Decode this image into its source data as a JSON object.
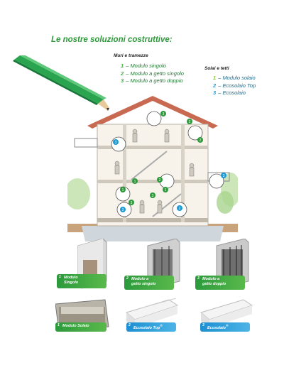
{
  "title": "Le nostre soluzioni costruttive:",
  "walls": {
    "heading": "Muri e tramezze",
    "items": [
      {
        "num": "1",
        "label": "Modulo singolo"
      },
      {
        "num": "2",
        "label": "Modulo a getto singolo"
      },
      {
        "num": "3",
        "label": "Modulo a getto doppio"
      }
    ]
  },
  "slabs": {
    "heading": "Solai e tetti",
    "items": [
      {
        "num": "1",
        "label": "Modulo solaio"
      },
      {
        "num": "2",
        "label": "Ecosolaio Top"
      },
      {
        "num": "3",
        "label": "Ecosolaio"
      }
    ]
  },
  "markers": [
    "3",
    "2",
    "3",
    "2",
    "3",
    "2",
    "1",
    "1",
    "3",
    "2",
    "3",
    "1",
    "3"
  ],
  "products": [
    {
      "num": "1",
      "line1": "Modulo",
      "line2": "Singolo"
    },
    {
      "num": "2",
      "line1": "Modulo a",
      "line2": "getto singolo"
    },
    {
      "num": "3",
      "line1": "Modulo a",
      "line2": "getto doppio"
    },
    {
      "num": "1",
      "line1": "Modulo Solaio",
      "line2": ""
    },
    {
      "num": "2",
      "line1": "Ecosolaio Top",
      "line2": "®"
    },
    {
      "num": "3",
      "line1": "Ecosolaio",
      "line2": "®"
    }
  ],
  "colors": {
    "green": "#2e9a3b",
    "blue": "#1c9ad6",
    "pencil": "#1f9a45"
  }
}
